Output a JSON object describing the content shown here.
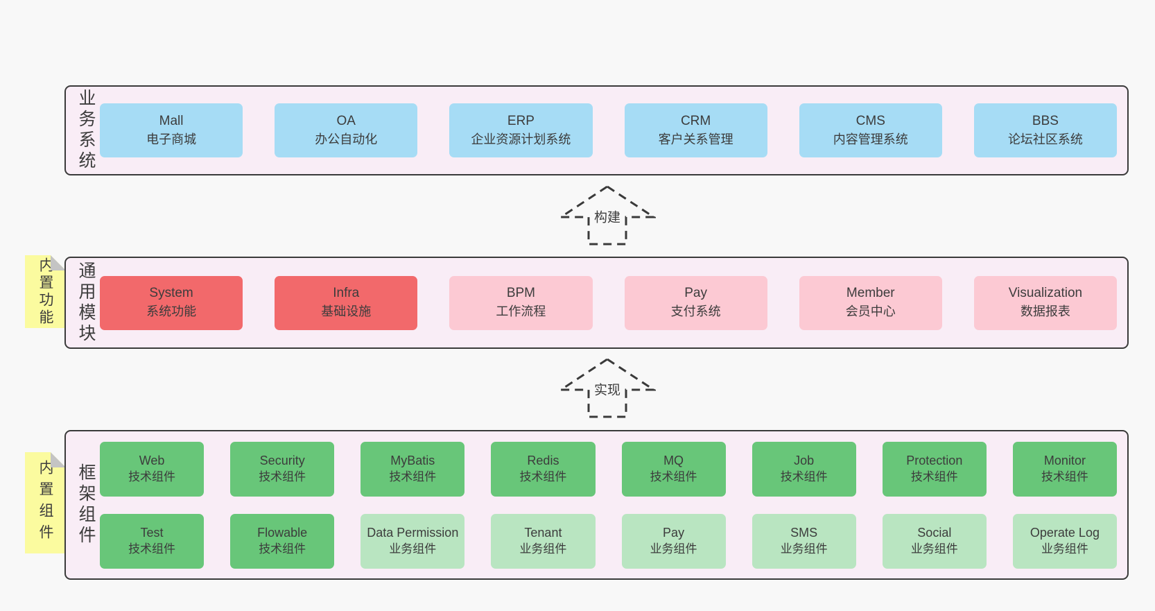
{
  "layers": {
    "business": {
      "label": "业务系统",
      "items": [
        {
          "name": "Mall",
          "subtitle": "电子商城"
        },
        {
          "name": "OA",
          "subtitle": "办公自动化"
        },
        {
          "name": "ERP",
          "subtitle": "企业资源计划系统"
        },
        {
          "name": "CRM",
          "subtitle": "客户关系管理"
        },
        {
          "name": "CMS",
          "subtitle": "内容管理系统"
        },
        {
          "name": "BBS",
          "subtitle": "论坛社区系统"
        }
      ]
    },
    "modules": {
      "label": "通用模块",
      "sticky": "内置功能",
      "items": [
        {
          "name": "System",
          "subtitle": "系统功能",
          "variant": "red"
        },
        {
          "name": "Infra",
          "subtitle": "基础设施",
          "variant": "red"
        },
        {
          "name": "BPM",
          "subtitle": "工作流程",
          "variant": "pink"
        },
        {
          "name": "Pay",
          "subtitle": "支付系统",
          "variant": "pink"
        },
        {
          "name": "Member",
          "subtitle": "会员中心",
          "variant": "pink"
        },
        {
          "name": "Visualization",
          "subtitle": "数据报表",
          "variant": "pink"
        }
      ]
    },
    "components": {
      "label": "框架组件",
      "sticky": "内置组件",
      "row1": [
        {
          "name": "Web",
          "subtitle": "技术组件",
          "variant": "green"
        },
        {
          "name": "Security",
          "subtitle": "技术组件",
          "variant": "green"
        },
        {
          "name": "MyBatis",
          "subtitle": "技术组件",
          "variant": "green"
        },
        {
          "name": "Redis",
          "subtitle": "技术组件",
          "variant": "green"
        },
        {
          "name": "MQ",
          "subtitle": "技术组件",
          "variant": "green"
        },
        {
          "name": "Job",
          "subtitle": "技术组件",
          "variant": "green"
        },
        {
          "name": "Protection",
          "subtitle": "技术组件",
          "variant": "green"
        },
        {
          "name": "Monitor",
          "subtitle": "技术组件",
          "variant": "green"
        }
      ],
      "row2": [
        {
          "name": "Test",
          "subtitle": "技术组件",
          "variant": "green"
        },
        {
          "name": "Flowable",
          "subtitle": "技术组件",
          "variant": "green"
        },
        {
          "name": "Data Permission",
          "subtitle": "业务组件",
          "variant": "lightgreen"
        },
        {
          "name": "Tenant",
          "subtitle": "业务组件",
          "variant": "lightgreen"
        },
        {
          "name": "Pay",
          "subtitle": "业务组件",
          "variant": "lightgreen"
        },
        {
          "name": "SMS",
          "subtitle": "业务组件",
          "variant": "lightgreen"
        },
        {
          "name": "Social",
          "subtitle": "业务组件",
          "variant": "lightgreen"
        },
        {
          "name": "Operate Log",
          "subtitle": "业务组件",
          "variant": "lightgreen"
        }
      ]
    }
  },
  "arrows": {
    "build": "构建",
    "implement": "实现"
  },
  "colors": {
    "page_bg": "#f8f8f8",
    "layer_bg": "#f9edf6",
    "layer_border": "#3a3a3a",
    "blue": "#a6dcf5",
    "red": "#f2696b",
    "pink": "#fcc9d3",
    "green": "#68c679",
    "lightgreen": "#b9e5c1",
    "sticky": "#fbfb9f",
    "sticky_fold": "#c4c4c4",
    "text": "#3c3c3c",
    "arrow": "#3a3a3a"
  }
}
